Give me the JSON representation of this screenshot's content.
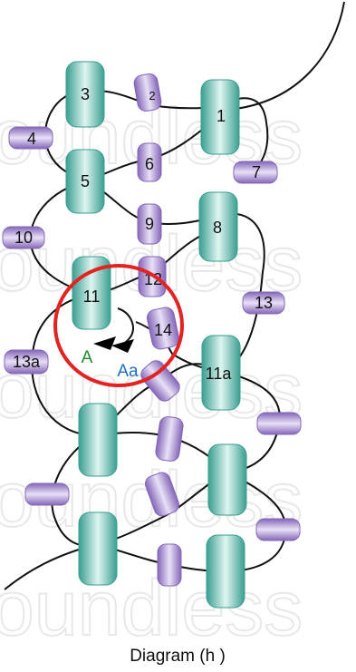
{
  "watermark": "oundless",
  "caption": "Diagram (h )",
  "colors": {
    "teal_bead": "#4fb3a6",
    "purple_bead": "#9579c4",
    "strand": "#111111",
    "highlight_circle": "#e32222",
    "label_A": "#1e8a2a",
    "label_Aa": "#1f6fc0"
  },
  "beads": {
    "b1": "1",
    "b2": "2",
    "b3": "3",
    "b4": "4",
    "b5": "5",
    "b6": "6",
    "b7": "7",
    "b8": "8",
    "b9": "9",
    "b10": "10",
    "b11": "11",
    "b11a": "11a",
    "b12": "12",
    "b13": "13",
    "b13a": "13a",
    "b14": "14"
  },
  "labels": {
    "a": "A",
    "aa": "Aa"
  }
}
